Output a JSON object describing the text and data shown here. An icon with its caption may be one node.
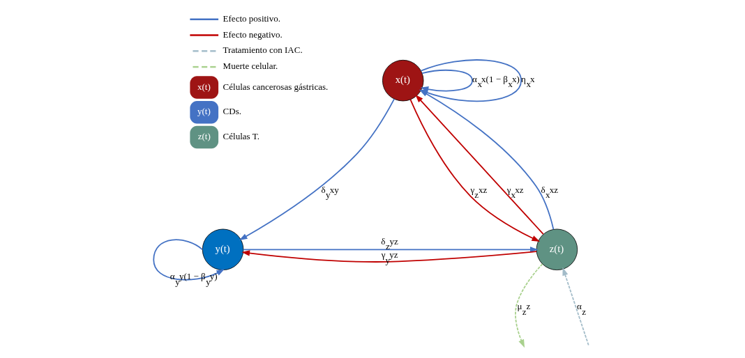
{
  "diagram": {
    "nodes": [
      {
        "text": [
          "x(t)"
        ]
      },
      {
        "text": [
          "y(t)"
        ]
      },
      {
        "text": [
          "z(t)"
        ]
      }
    ],
    "edges": [
      {
        "from": 0,
        "to": 0,
        "arrow": "to",
        "label": "α$_{x}$x(1 − β$_{x}$x)"
      },
      {
        "from": 0,
        "to": 0,
        "arrow": "to",
        "label": "η$_{x}$x"
      },
      {
        "from": 0,
        "to": 2,
        "arrow": "to",
        "label": "γ$_{z}$xz",
        "color": "#c00000"
      },
      {
        "from": 2,
        "to": 0,
        "arrow": "to",
        "label": "γ$_{x}$xz",
        "color": "#c00000"
      },
      {
        "from": 2,
        "to": 0,
        "arrow": "to",
        "label": "δ$_{x}$xz"
      },
      {
        "from": 0,
        "to": 1,
        "arrow": "to",
        "label": "δ$_{y}$xy"
      },
      {
        "from": 2,
        "to": 1,
        "arrow": "to",
        "label": "γ$_{y}$yz",
        "color": "#c00000"
      },
      {
        "from": 1,
        "to": 2,
        "arrow": "to",
        "label": "δ$_{z}$yz"
      },
      {
        "from": 1,
        "to": 1,
        "arrow": "to",
        "label": "α$_{y}$y(1 − β$_{y}$y)"
      },
      {
        "from": 2,
        "to": null,
        "arrow": "to",
        "label": "μ$_{z}$z",
        "style": "dashed",
        "color": "#a9d18e"
      },
      {
        "from": null,
        "to": 2,
        "arrow": "to",
        "label": "α$_{z}$",
        "style": "dashed",
        "color": "#a3bcc9"
      }
    ],
    "labels": [
      "x(t)",
      "y(t)",
      "z(t)"
    ],
    "legend": [
      {
        "text": "Efecto positivo."
      },
      {
        "text": "Efecto negativo."
      },
      {
        "text": "Tratamiento con IAC."
      },
      {
        "text": "Muerte celular."
      },
      {
        "text": "Células cancerosas gástricas.",
        "color": "#9e1414"
      },
      {
        "text": "CDs.",
        "color": "#4472c4"
      },
      {
        "text": "Células T.",
        "color": "#5f9283"
      }
    ]
  }
}
